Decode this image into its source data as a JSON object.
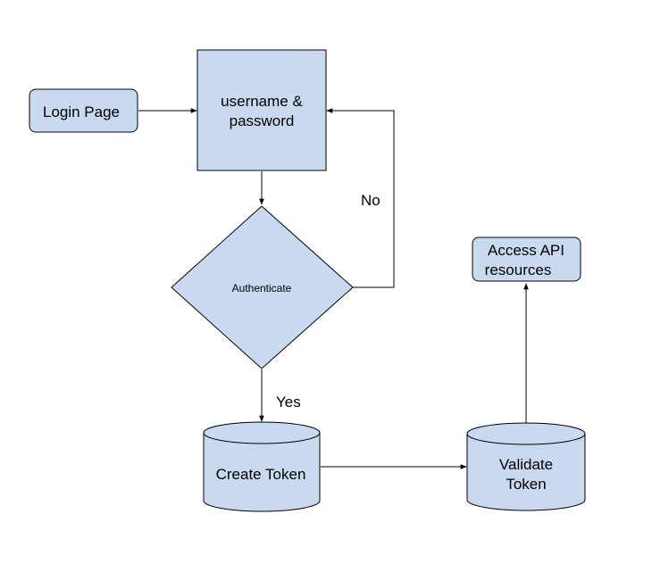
{
  "nodes": {
    "login_page": {
      "label": "Login Page"
    },
    "credentials": {
      "line1": "username &",
      "line2": "password"
    },
    "authenticate": {
      "label": "Authenticate"
    },
    "create_token": {
      "label": "Create Token"
    },
    "validate_token": {
      "line1": "Validate",
      "line2": "Token"
    },
    "access_api": {
      "line1": "Access API",
      "line2": "resources"
    }
  },
  "edges": {
    "no_label": "No",
    "yes_label": "Yes"
  },
  "colors": {
    "node_fill": "#c9daf0",
    "stroke": "#000000"
  }
}
